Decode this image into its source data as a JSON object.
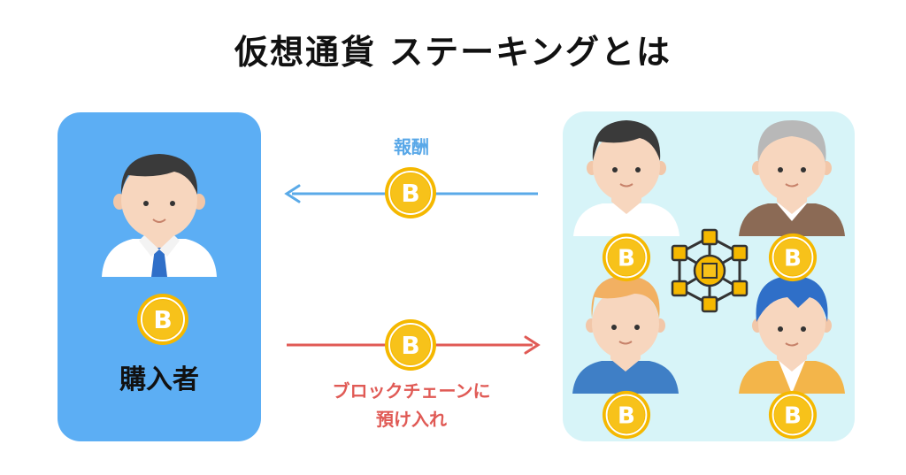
{
  "title": "仮想通貨 ステーキングとは",
  "buyer": {
    "label": "購入者"
  },
  "reward": {
    "label": "報酬"
  },
  "deposit": {
    "line1": "ブロックチェーンに",
    "line2": "預け入れ"
  },
  "coin_symbol": "B",
  "colors": {
    "panel_left": "#5caef4",
    "panel_right": "#d7f4f8",
    "arrow_reward": "#5aaae8",
    "arrow_deposit": "#e05a55",
    "coin": "#f4b400"
  }
}
